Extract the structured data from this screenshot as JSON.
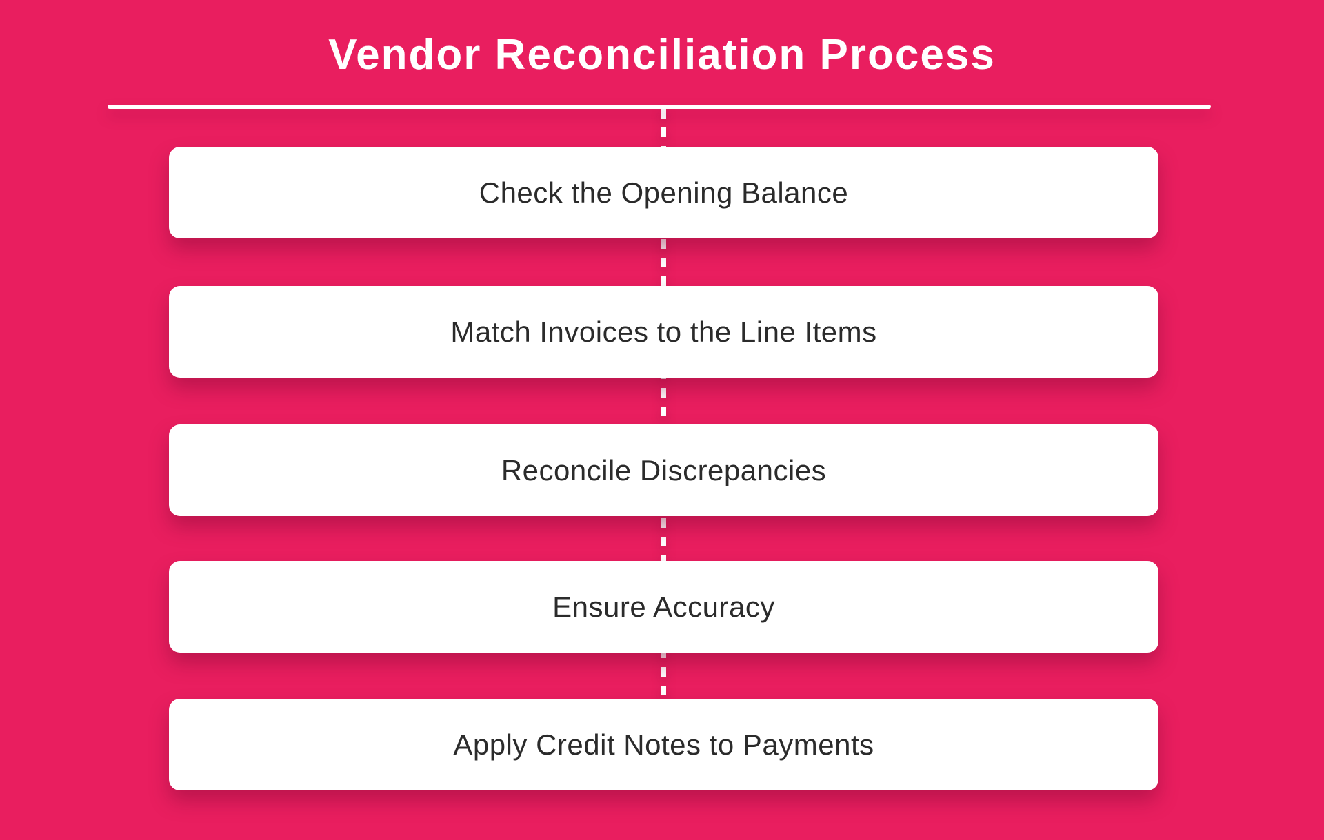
{
  "header": {
    "title": "Vendor Reconciliation Process"
  },
  "process": {
    "steps": [
      "Check the Opening Balance",
      "Match Invoices to the Line Items",
      "Reconcile Discrepancies",
      "Ensure Accuracy",
      "Apply Credit Notes to Payments"
    ]
  },
  "colors": {
    "background": "#e91e5f",
    "card_background": "#ffffff",
    "title_text": "#ffffff",
    "step_text": "#2b2b2b",
    "divider": "#ffffff",
    "connector_dashes": "#ffffff",
    "shadow": "#88103880"
  }
}
